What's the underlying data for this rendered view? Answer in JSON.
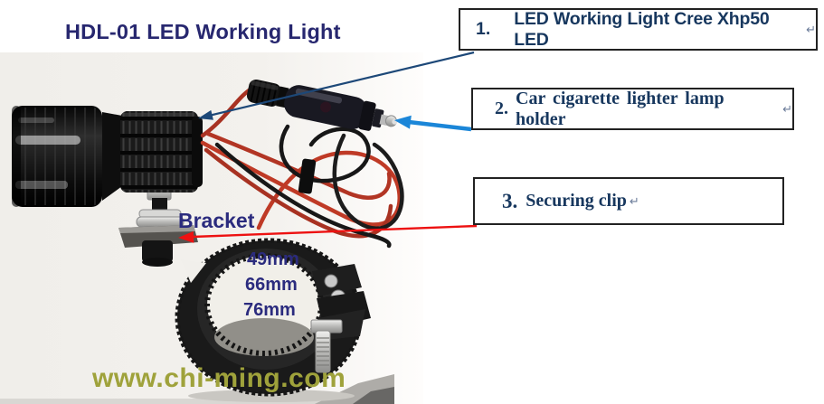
{
  "header": {
    "title": "HDL-01 LED Working Light"
  },
  "callouts": [
    {
      "number": "1.",
      "label": "LED Working Light Cree Xhp50 LED",
      "eol_mark": "↵"
    },
    {
      "number": "2.",
      "label": "Car cigarette lighter lamp holder",
      "eol_mark": "↵"
    },
    {
      "number": "3.",
      "label": "Securing clip",
      "eol_mark": "↵"
    }
  ],
  "photo": {
    "bracket_label": "Bracket",
    "clamp_sizes": [
      "49mm",
      "66mm",
      "76mm"
    ],
    "website": "www.chi-ming.com"
  },
  "colors": {
    "title_text": "#27276f",
    "callout_text": "#17375e",
    "photo_label_text": "#2b2b7e",
    "website_text": "#9fa23b",
    "arrow_1_navy": "#1d4878",
    "arrow_2_blue": "#1b86d8",
    "arrow_3_red": "#ed1111",
    "box_border": "#222222"
  }
}
